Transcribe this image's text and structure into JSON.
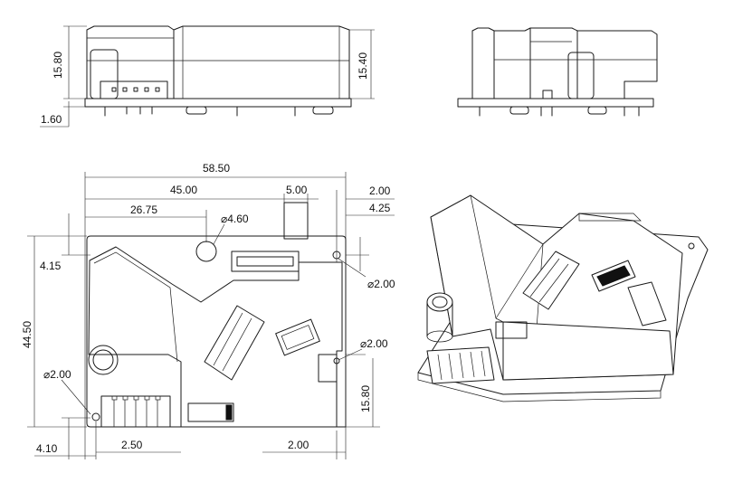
{
  "dimensions": {
    "side_height": "15.80",
    "pcb_thickness": "1.60",
    "front_height": "15.40",
    "overall_width": "58.50",
    "width_45": "45.00",
    "connector_offset": "5.00",
    "right_margin": "2.00",
    "hole_offset_x": "4.25",
    "fan_offset": "26.75",
    "fan_hole_dia": "⌀4.60",
    "top_offset": "4.15",
    "mount_hole_top": "⌀2.00",
    "board_height": "44.50",
    "mount_hole_right": "⌀2.00",
    "mount_hole_left": "⌀2.00",
    "right_hole_height": "15.80",
    "bottom_offset": "4.10",
    "left_pitch": "2.50",
    "bottom_right": "2.00"
  }
}
